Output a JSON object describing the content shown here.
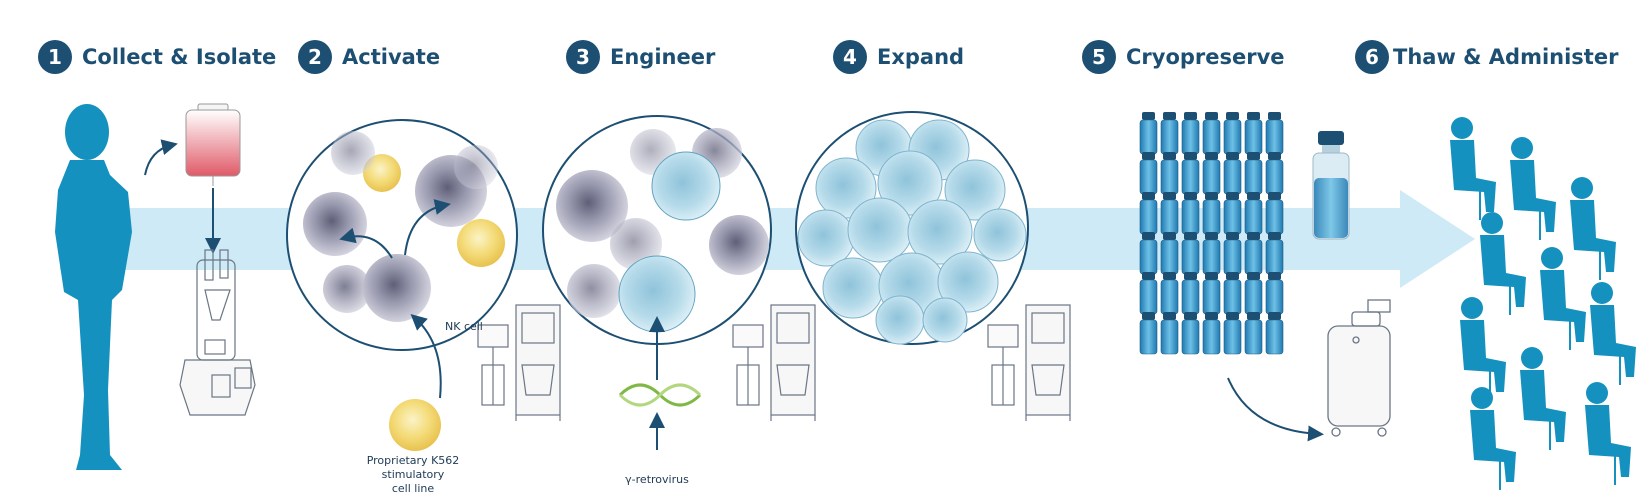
{
  "steps": [
    {
      "number": "1",
      "title": "Collect & Isolate"
    },
    {
      "number": "2",
      "title": "Activate"
    },
    {
      "number": "3",
      "title": "Engineer"
    },
    {
      "number": "4",
      "title": "Expand"
    },
    {
      "number": "5",
      "title": "Cryopreserve"
    },
    {
      "number": "6",
      "title": "Thaw & Administer"
    }
  ],
  "labels": {
    "nk_cell": "NK cell",
    "k562_line1": "Proprietary K562",
    "k562_line2": "stimulatory",
    "k562_line3": "cell line",
    "retrovirus": "γ-retrovirus"
  },
  "colors": {
    "accent": "#1d4f73",
    "silhouette": "#1591bf",
    "flow_band": "#cdeaf6",
    "nk_cell_gray": "#8e8ea6",
    "engineered_cell_blue": "#8ec5dd",
    "stim_cell_yellow": "#f1d46b",
    "blood_red": "#e0606b",
    "dna_green": "#7fb843"
  },
  "icons": [
    "person-silhouette-icon",
    "blood-bag-icon",
    "cell-separator-icon",
    "bioreactor-icon",
    "dna-helix-icon",
    "vial-grid-icon",
    "vial-icon",
    "cryo-tank-icon",
    "seated-patients-icon"
  ]
}
